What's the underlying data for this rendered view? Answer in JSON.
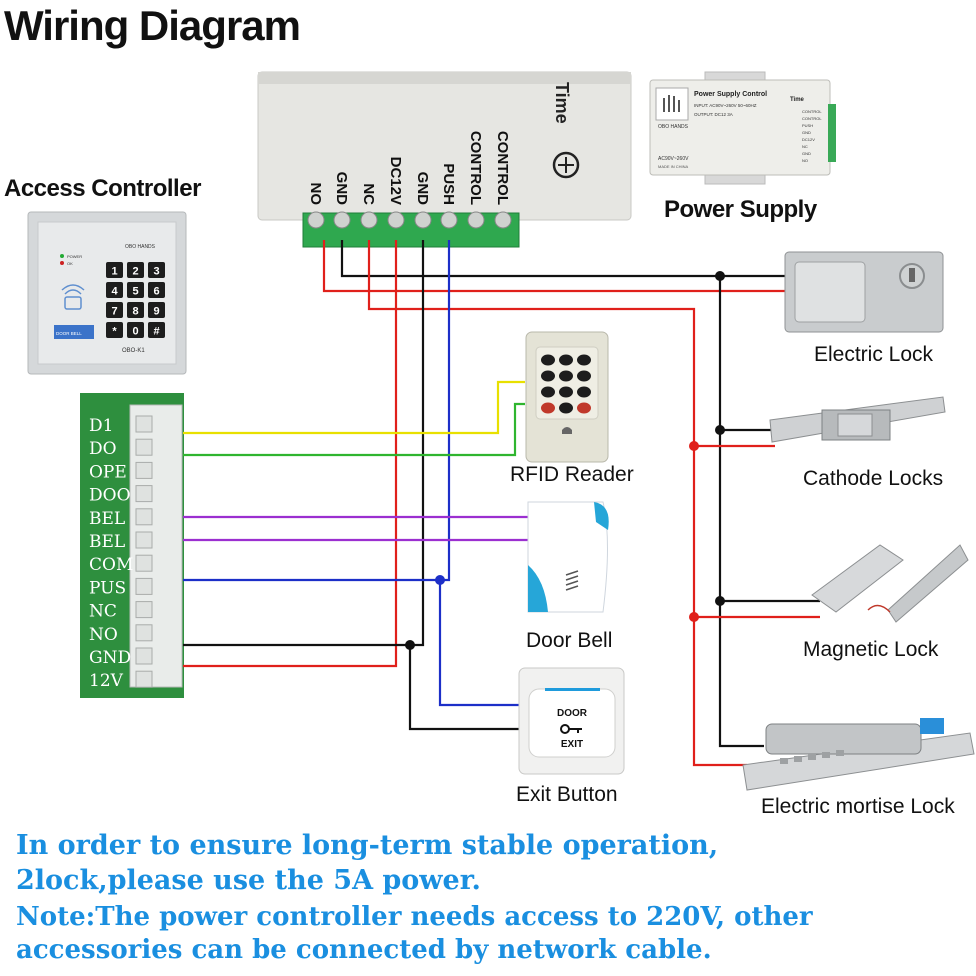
{
  "title": "Wiring Diagram",
  "labels": {
    "access_controller": "Access Controller",
    "power_supply": "Power Supply",
    "electric_lock": "Electric Lock",
    "rfid_reader": "RFID Reader",
    "cathode_locks": "Cathode Locks",
    "door_bell": "Door Bell",
    "magnetic_lock": "Magnetic Lock",
    "exit_button": "Exit Button",
    "electric_mortise_lock": "Electric mortise Lock"
  },
  "power_box": {
    "brand": "Time",
    "terminals": [
      "NO",
      "GND",
      "NC",
      "DC12V",
      "GND",
      "PUSH",
      "CONTROL",
      "CONTROL"
    ]
  },
  "power_supply_thumb": {
    "heading": "Power Supply Control",
    "brand": "Time",
    "input": "INPUT:  AC90V~260V 50~60HZ",
    "output": "OUTPUT:  DC12 3A",
    "maker": "OBO HANDS",
    "ac": "AC90V~260V",
    "made": "MADE IN CHINA",
    "terminals": [
      "CONTROL",
      "CONTROL",
      "PUSH",
      "GND",
      "DC12V",
      "NC",
      "GND",
      "NO"
    ]
  },
  "keypad": {
    "brand": "OBO HANDS",
    "model": "OBO-K1",
    "power": "POWER",
    "ok": "OK",
    "keys": [
      "1",
      "2",
      "3",
      "4",
      "5",
      "6",
      "7",
      "8",
      "9",
      "*",
      "0",
      "#"
    ],
    "door_bell": "DOOR BELL"
  },
  "controller_board": {
    "pins": [
      "D1",
      "DO",
      "OPE",
      "DOO",
      "BEL",
      "BEL",
      "COM",
      "PUS",
      "NC",
      "NO",
      "GND",
      "12V"
    ]
  },
  "exit_button": {
    "door": "DOOR",
    "exit": "EXIT"
  },
  "colors": {
    "red": "#e0201b",
    "black": "#111111",
    "blue": "#1c2fc8",
    "yellow": "#e8e000",
    "green": "#2fb52f",
    "purple": "#9b2fd0",
    "note_blue": "#1a8fe0",
    "terminal_green": "#2fa84f",
    "board_green": "#2e8f3e"
  },
  "notes": [
    "In order to ensure long-term stable operation,",
    "2lock,please use the 5A power.",
    "Note:The power controller needs access to 220V, other",
    "accessories can be connected by network cable."
  ]
}
